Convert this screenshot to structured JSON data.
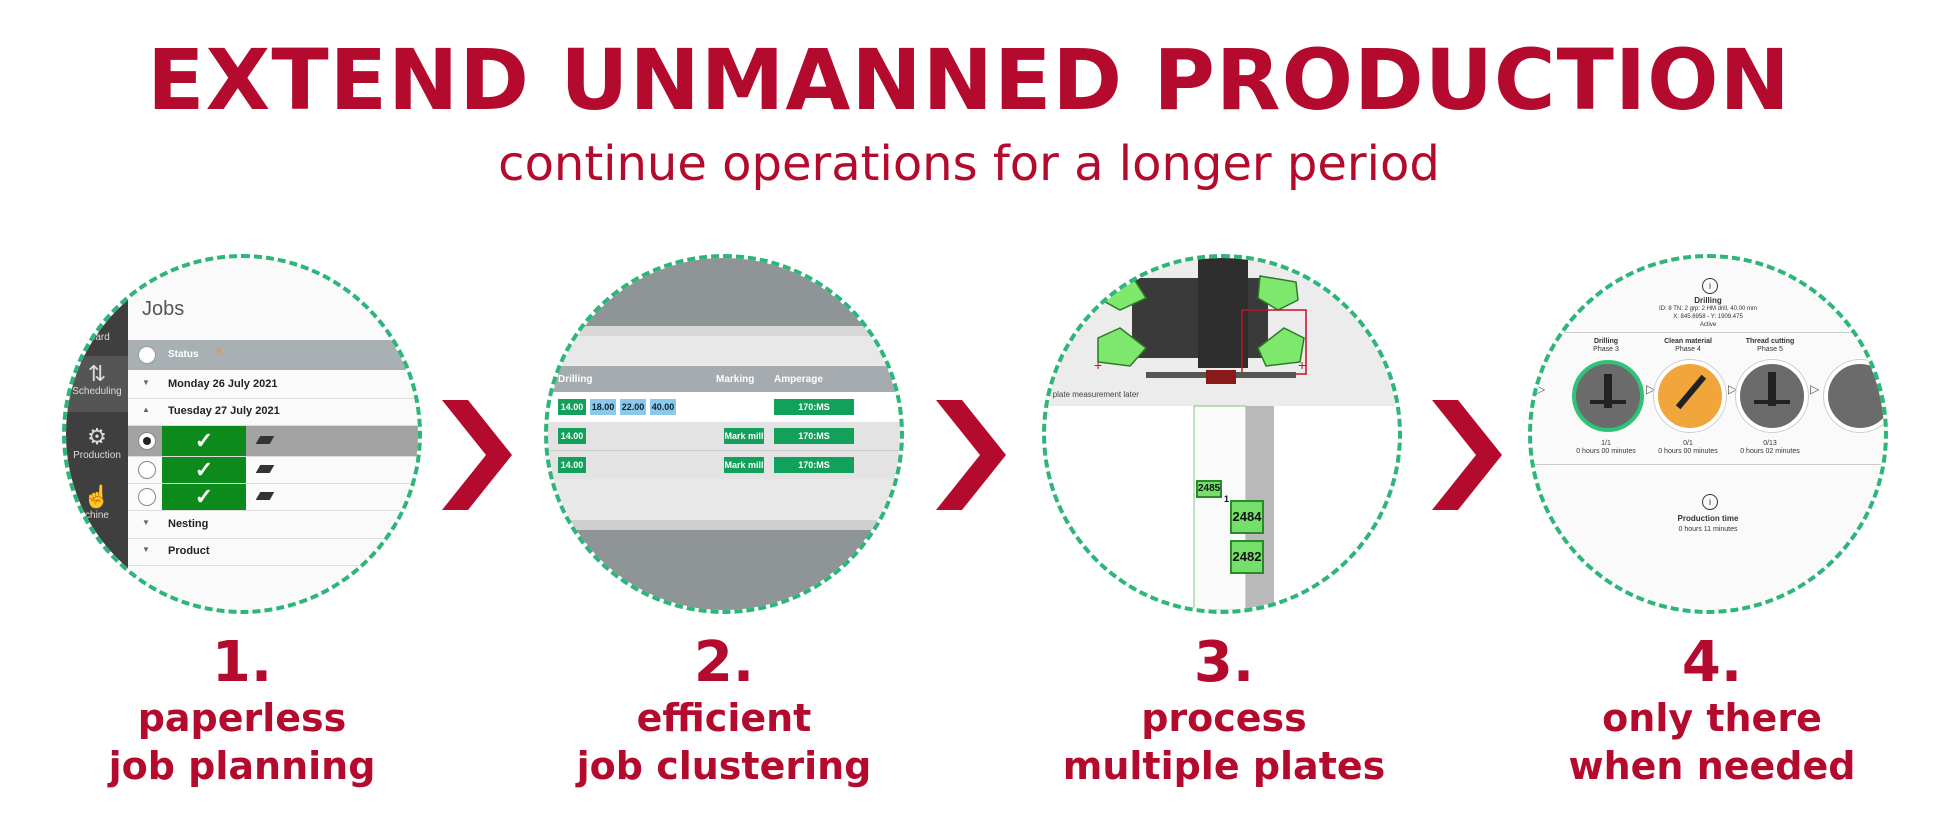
{
  "header": {
    "title": "EXTEND UNMANNED PRODUCTION",
    "subtitle": "continue operations for a longer period"
  },
  "colors": {
    "brand": "#b40a2d",
    "ring": "#2db57a",
    "ok": "#0d8a1c",
    "tag": "#13a05a"
  },
  "steps": [
    {
      "number": "1.",
      "line1": "paperless",
      "line2": "job planning",
      "shot": {
        "sidebar": [
          "board",
          "Scheduling",
          "Production",
          "chine"
        ],
        "jobs_title": "Jobs",
        "status_header": "Status",
        "rows": [
          "Monday 26 July 2021",
          "Tuesday 27 July 2021",
          "Nesting",
          "Product"
        ]
      }
    },
    {
      "number": "2.",
      "line1": "efficient",
      "line2": "job clustering",
      "shot": {
        "headers": [
          "Drilling",
          "Marking",
          "Amperage"
        ],
        "row1_drill": [
          "14.00",
          "18.00",
          "22.00",
          "40.00"
        ],
        "row2_drill": "14.00",
        "row3_drill": "14.00",
        "marking": "Mark mill",
        "amperage": "170:MS"
      }
    },
    {
      "number": "3.",
      "line1": "process",
      "line2": "multiple plates",
      "shot": {
        "note": "e plate measurement later",
        "plates": [
          "2485",
          "2484",
          "2482"
        ],
        "marker": "1"
      }
    },
    {
      "number": "4.",
      "line1": "only there",
      "line2": "when needed",
      "shot": {
        "top_title": "Drilling",
        "top_detail": "ID: 8 TN: 2 grp: 2 HM drill, 40.00 mm",
        "top_coords": "X: 845.6958 - Y: 1909.475",
        "top_state": "Active",
        "tools": [
          {
            "name": "Drilling",
            "phase": "Phase 3",
            "count": "1/1",
            "time": "0 hours 00 minutes"
          },
          {
            "name": "Clean material",
            "phase": "Phase 4",
            "count": "0/1",
            "time": "0 hours 00 minutes"
          },
          {
            "name": "Thread cutting",
            "phase": "Phase 5",
            "count": "0/13",
            "time": "0 hours 02 minutes"
          }
        ],
        "production_label": "Production time",
        "production_value": "0 hours 11 minutes"
      }
    }
  ]
}
